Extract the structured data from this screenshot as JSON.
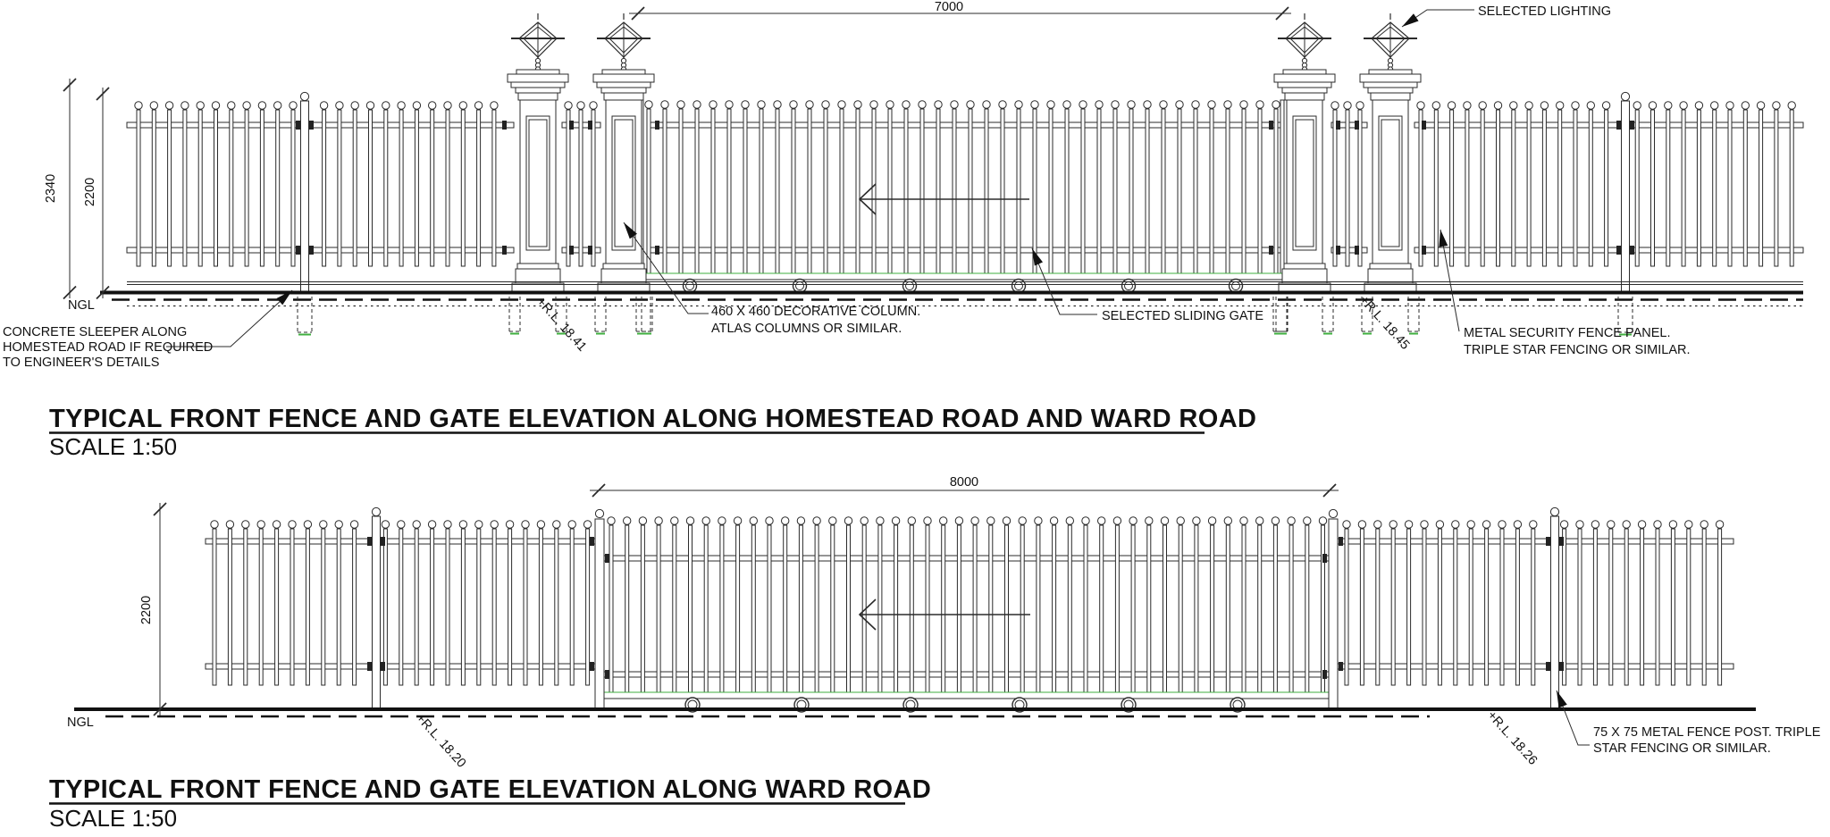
{
  "colors": {
    "ink": "#2b2b2b",
    "ink_strong": "#111111",
    "green_accent": "#3faf3f",
    "paper": "#ffffff"
  },
  "drawings": [
    {
      "title": "TYPICAL FRONT FENCE AND GATE ELEVATION ALONG HOMESTEAD ROAD AND WARD ROAD",
      "scale_label": "SCALE 1:50",
      "dims": {
        "gate_width": "7000",
        "overall_height": "2340",
        "fence_height": "2200"
      },
      "ground_label": "NGL",
      "levels": {
        "gate_left": "+R.L. 18.41",
        "gate_right": "+R.L. 18.45"
      },
      "annotations": {
        "lighting": "SELECTED LIGHTING",
        "sleeper_l1": "CONCRETE SLEEPER ALONG",
        "sleeper_l2": "HOMESTEAD ROAD IF REQUIRED",
        "sleeper_l3": "TO ENGINEER'S DETAILS",
        "column_l1": "460 X 460 DECORATIVE COLUMN.",
        "column_l2": "ATLAS COLUMNS OR SIMILAR.",
        "gate": "SELECTED SLIDING GATE",
        "panel_l1": "METAL SECURITY FENCE PANEL.",
        "panel_l2": "TRIPLE STAR FENCING OR SIMILAR."
      }
    },
    {
      "title": "TYPICAL FRONT FENCE AND GATE ELEVATION ALONG WARD ROAD",
      "scale_label": "SCALE 1:50",
      "dims": {
        "gate_width": "8000",
        "fence_height": "2200"
      },
      "ground_label": "NGL",
      "levels": {
        "left": "+R.L. 18.20",
        "right": "+R.L. 18.26"
      },
      "annotations": {
        "post_l1": "75 X 75 METAL FENCE POST. TRIPLE",
        "post_l2": "STAR FENCING OR SIMILAR."
      }
    }
  ]
}
